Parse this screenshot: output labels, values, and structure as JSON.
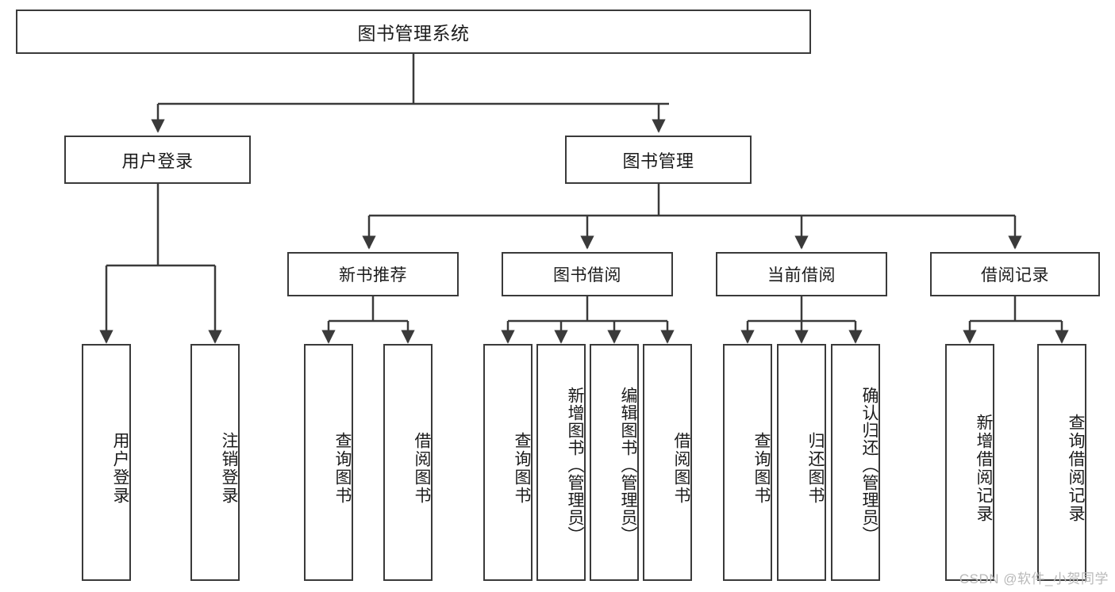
{
  "diagram": {
    "title": "图书管理系统",
    "type": "tree-hierarchy",
    "watermark": "CSDN @软件_小贺同学",
    "colors": {
      "box_border": "#3a3a3a",
      "box_fill": "#ffffff",
      "connector": "#3a3a3a",
      "text": "#1b1b1b",
      "watermark": "#b9b9b9"
    },
    "root": {
      "label": "图书管理系统"
    },
    "level2": [
      {
        "label": "用户登录"
      },
      {
        "label": "图书管理"
      }
    ],
    "level3": [
      {
        "label": "新书推荐"
      },
      {
        "label": "图书借阅"
      },
      {
        "label": "当前借阅"
      },
      {
        "label": "借阅记录"
      }
    ],
    "leaves": {
      "user_login": [
        {
          "label": "用户登录"
        },
        {
          "label": "注销登录"
        }
      ],
      "new_book_recommend": [
        {
          "label": "查询图书"
        },
        {
          "label": "借阅图书"
        }
      ],
      "book_borrow": [
        {
          "label": "查询图书"
        },
        {
          "label": "新增图书（管理员）"
        },
        {
          "label": "编辑图书（管理员）"
        },
        {
          "label": "借阅图书"
        }
      ],
      "current_borrow": [
        {
          "label": "查询图书"
        },
        {
          "label": "归还图书"
        },
        {
          "label": "确认归还（管理员）"
        }
      ],
      "borrow_record": [
        {
          "label": "新增借阅记录"
        },
        {
          "label": "查询借阅记录"
        }
      ]
    }
  }
}
